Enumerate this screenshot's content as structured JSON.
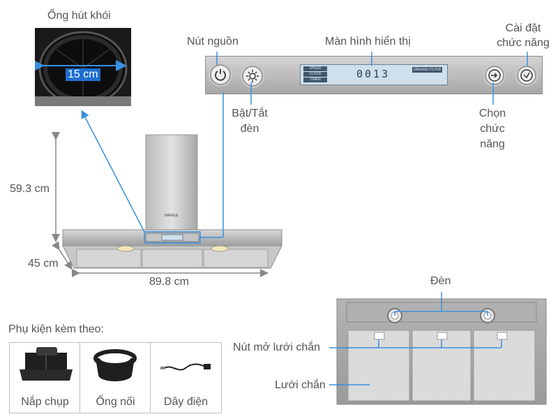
{
  "pipe": {
    "title": "Ống hút khói",
    "diameter": "15 cm"
  },
  "control_panel": {
    "power_label": "Nút nguồn",
    "display_label": "Màn hình hiển thị",
    "settings_label_line1": "Cài đặt",
    "settings_label_line2": "chức năng",
    "light_label_line1": "Bật/Tắt",
    "light_label_line2": "đèn",
    "select_label_line1": "Chọn",
    "select_label_line2": "chức",
    "select_label_line3": "năng",
    "display": {
      "indicators": [
        "SPEED",
        "CLOCK",
        "TIMER"
      ],
      "digits": "0013",
      "filter_indicator": "GREASE FILTER"
    }
  },
  "hood": {
    "brand": "HAFELE",
    "height": "59.3 cm",
    "depth": "45 cm",
    "width": "89.8 cm"
  },
  "underside": {
    "lamp_label": "Đèn",
    "filter_release_label": "Nút mở lưới chắn",
    "filter_label": "Lưới chắn"
  },
  "accessories": {
    "title": "Phụ kiện kèm theo:",
    "items": [
      {
        "label": "Nắp chụp"
      },
      {
        "label": "Ống nối"
      },
      {
        "label": "Dây điện"
      }
    ]
  }
}
